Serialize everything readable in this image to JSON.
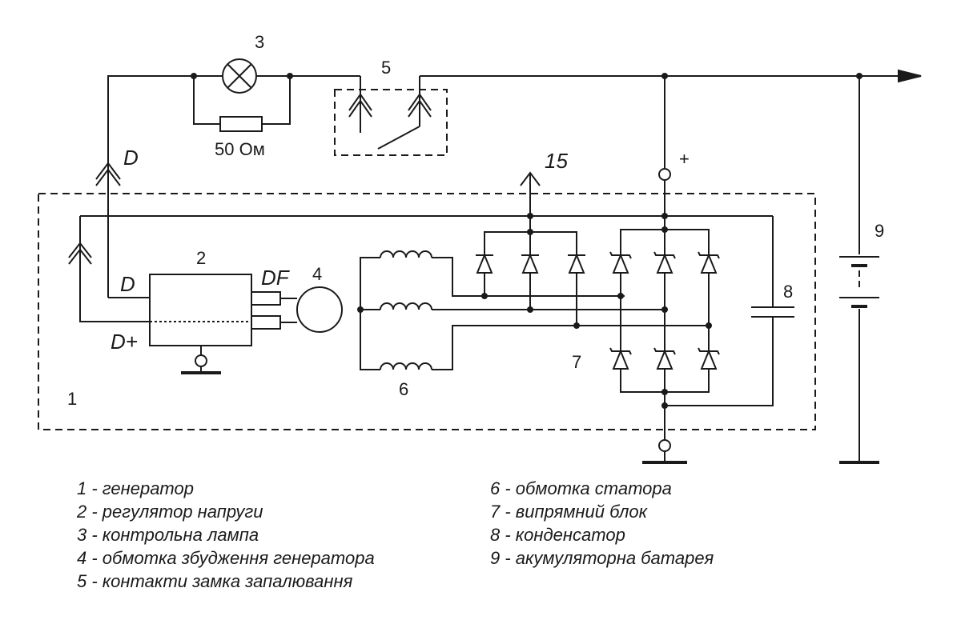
{
  "labels": {
    "generator": "1",
    "regulator": "2",
    "lamp": "3",
    "field_winding": "4",
    "ignition": "5",
    "stator": "6",
    "rectifier": "7",
    "capacitor": "8",
    "battery": "9",
    "resistor": "50 Ом",
    "terminal_d_top": "D",
    "terminal_d_reg": "D",
    "terminal_dplus": "D+",
    "terminal_df": "DF",
    "terminal_15": "15",
    "plus": "+"
  },
  "legend": {
    "left": [
      "1 - генератор",
      "2 - регулятор напруги",
      "3 - контрольна лампа",
      "4 - обмотка збудження генератора",
      "5 - контакти замка запалювання"
    ],
    "right": [
      "6 - обмотка статора",
      "7 - випрямний блок",
      "8 - конденсатор",
      "9 - акумуляторна батарея"
    ]
  }
}
